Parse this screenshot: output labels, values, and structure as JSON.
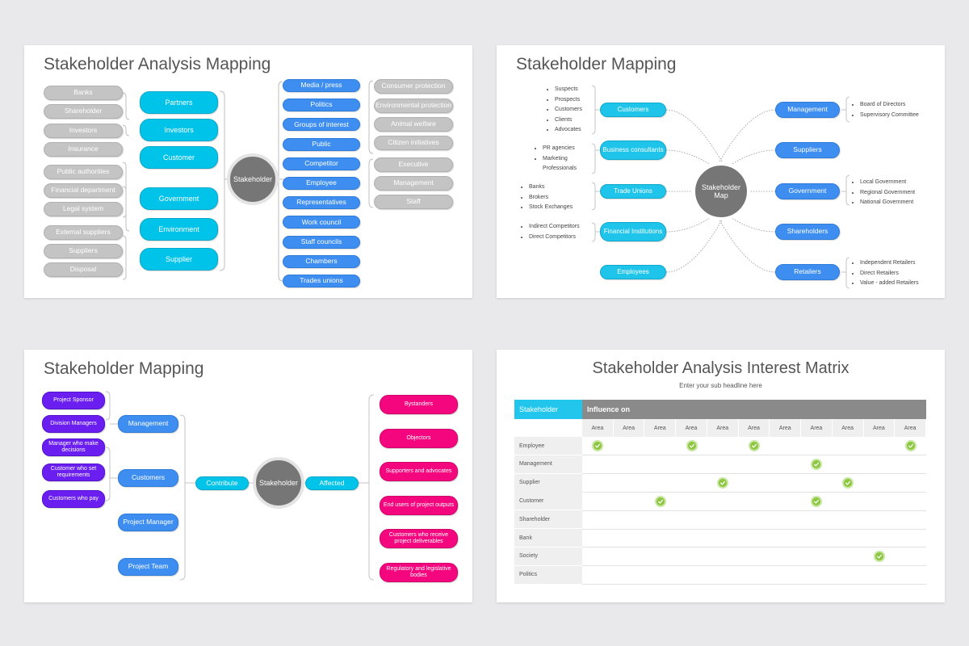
{
  "slide1": {
    "title": "Stakeholder Analysis Mapping",
    "center": "Stakeholder",
    "left_gray": [
      "Banks",
      "Shareholder",
      "Investors",
      "Insurance",
      "Public authorities",
      "Financial department",
      "Legal system",
      "External suppliers",
      "Suppliers",
      "Disposal"
    ],
    "left_cyan": [
      "Partners",
      "Investors",
      "Customer",
      "Government",
      "Environment",
      "Supplier"
    ],
    "right_blue": [
      "Media / press",
      "Politics",
      "Groups of interest",
      "Public",
      "Competitor",
      "Employee",
      "Representatives",
      "Work council",
      "Staff councils",
      "Chambers",
      "Trades unions"
    ],
    "right_gray": [
      "Consumer protection",
      "Environmental protection",
      "Animal welfare",
      "Citizen initiatives",
      "Executive",
      "Management",
      "Staff"
    ]
  },
  "slide2": {
    "title": "Stakeholder Mapping",
    "center": "Stakeholder Map",
    "left_nodes": [
      "Customers",
      "Business consultants",
      "Trade Unions",
      "Financial Institutions",
      "Employees"
    ],
    "left_lists": [
      [
        "Suspects",
        "Prospects",
        "Customers",
        "Clients",
        "Advocates"
      ],
      [
        "PR agencies",
        "Marketing Professionals"
      ],
      [
        "Banks",
        "Brokers",
        "Stock Exchanges"
      ],
      [
        "Indirect Competitors",
        "Direct Competitors"
      ]
    ],
    "right_nodes": [
      "Management",
      "Suppliers",
      "Government",
      "Shareholders",
      "Retailers"
    ],
    "right_lists": [
      [
        "Board of Directors",
        "Supervisory Committee"
      ],
      [
        "Local Government",
        "Regional Government",
        "National Government"
      ],
      [
        "Independent Retailers",
        "Direct Retailers",
        "Value - added Retailers"
      ]
    ]
  },
  "slide3": {
    "title": "Stakeholder Mapping",
    "center": "Stakeholder",
    "contribute": "Contribute",
    "affected": "Affected",
    "purple": [
      "Project Sponsor",
      "Division Managers",
      "Manager who make decisions",
      "Customer who set requirements",
      "Customers who pay"
    ],
    "blue": [
      "Management",
      "Customers",
      "Project Manager",
      "Project Team"
    ],
    "magenta": [
      "Bystanders",
      "Objectors",
      "Supporters and advocates",
      "End users of project outputs",
      "Customers who receive project deliverables",
      "Regulatory and legislative bodies"
    ]
  },
  "slide4": {
    "title": "Stakeholder Analysis Interest Matrix",
    "subtitle": "Enter your sub headline here",
    "col_header": "Stakeholder",
    "influence_header": "Influence on",
    "areas": [
      "Area",
      "Area",
      "Area",
      "Area",
      "Area",
      "Area",
      "Area",
      "Area",
      "Area",
      "Area",
      "Area"
    ],
    "rows": [
      {
        "label": "Employee",
        "checks": [
          0,
          3,
          5,
          10
        ]
      },
      {
        "label": "Management",
        "checks": [
          7
        ]
      },
      {
        "label": "Supplier",
        "checks": [
          4,
          8
        ]
      },
      {
        "label": "Customer",
        "checks": [
          2,
          7
        ]
      },
      {
        "label": "Shareholder",
        "checks": []
      },
      {
        "label": "Bank",
        "checks": []
      },
      {
        "label": "Society",
        "checks": [
          9
        ]
      },
      {
        "label": "Politics",
        "checks": []
      }
    ]
  }
}
